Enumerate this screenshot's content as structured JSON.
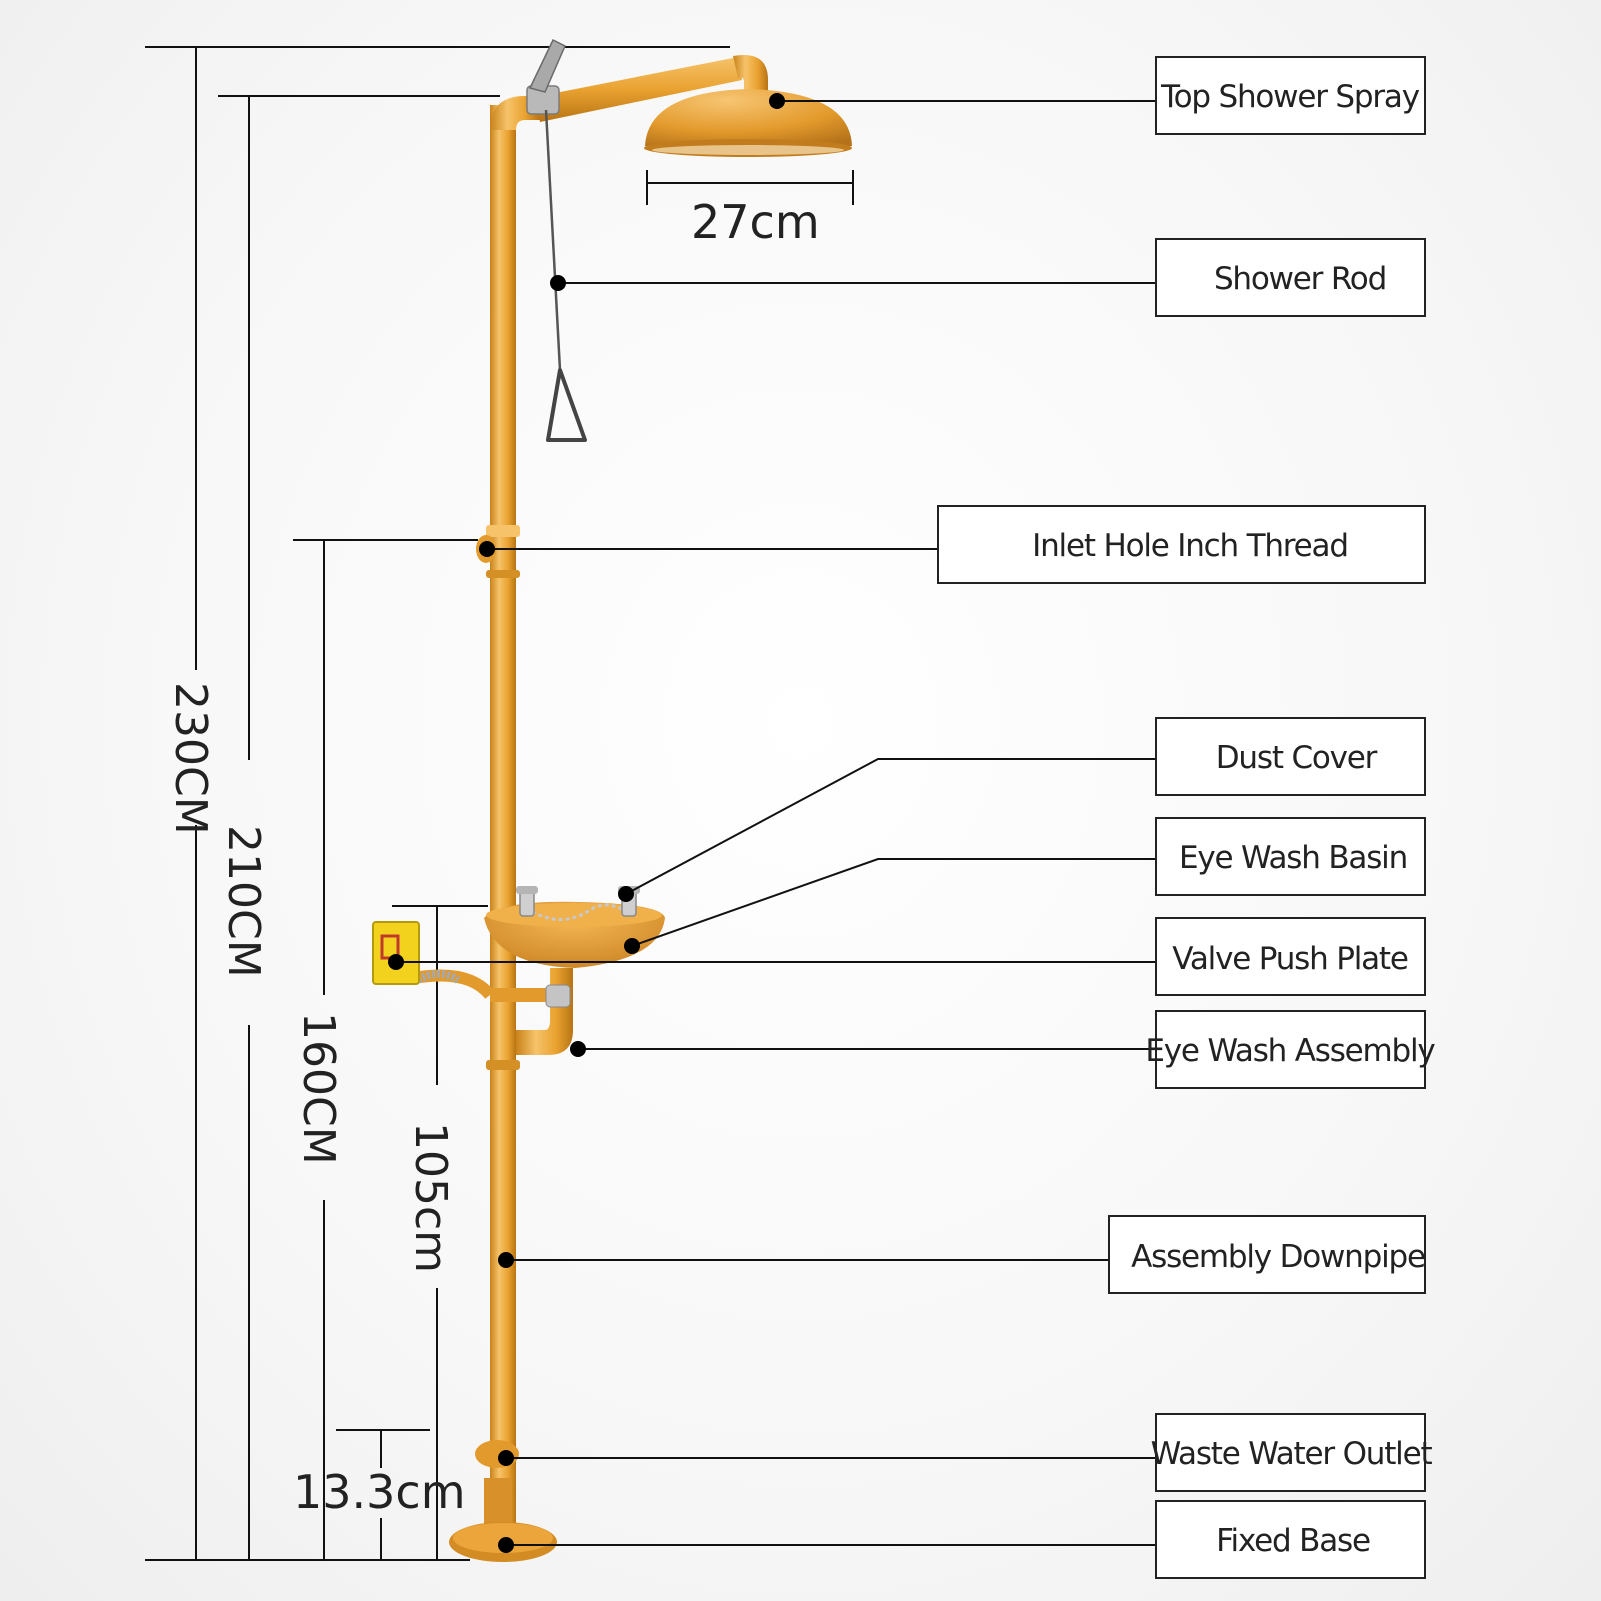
{
  "colors": {
    "pipe": "#e9a230",
    "pipe_dark": "#c9821a",
    "pipe_light": "#f6c36a",
    "line": "#111111",
    "box_border": "#222222",
    "text": "#222222"
  },
  "labels": {
    "top_shower_spray": "Top Shower Spray",
    "shower_rod": "Shower Rod",
    "inlet_hole": "Inlet Hole Inch Thread",
    "dust_cover": "Dust Cover",
    "eye_wash_basin": "Eye Wash Basin",
    "valve_push_plate": "Valve Push Plate",
    "eye_wash_assembly": "Eye Wash Assembly",
    "assembly_downpipe": "Assembly Downpipe",
    "waste_water_outlet": "Waste Water Outlet",
    "fixed_base": "Fixed Base"
  },
  "dimensions": {
    "total_height": "230CM",
    "shower_height": "210CM",
    "inlet_height": "160CM",
    "basin_height": "105cm",
    "outlet_height": "13.3cm",
    "spray_diameter": "27cm"
  }
}
